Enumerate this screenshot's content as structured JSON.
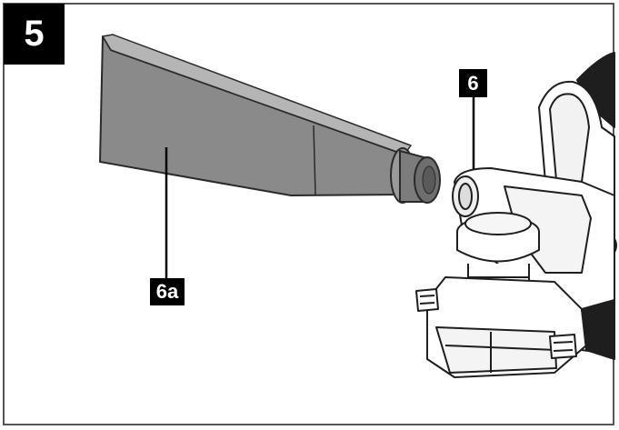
{
  "step_number": "5",
  "callouts": {
    "part_6": "6",
    "part_6a": "6a"
  },
  "colors": {
    "frame": "#555555",
    "nozzle_fill": "#8a8a8a",
    "outline": "#222222",
    "badge": "#000000"
  }
}
